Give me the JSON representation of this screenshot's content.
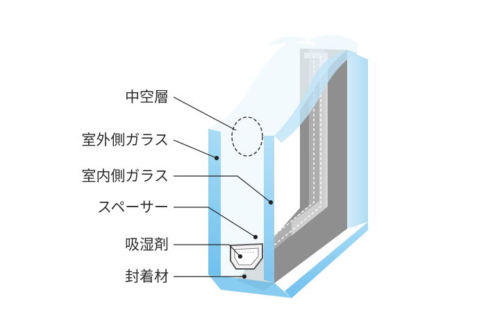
{
  "labels": [
    {
      "key": "hollow_layer",
      "text": "中空層"
    },
    {
      "key": "outer_glass",
      "text": "室外側ガラス"
    },
    {
      "key": "inner_glass",
      "text": "室内側ガラス"
    },
    {
      "key": "spacer",
      "text": "スペーサー"
    },
    {
      "key": "desiccant",
      "text": "吸湿剤"
    },
    {
      "key": "sealant",
      "text": "封着材"
    }
  ],
  "colors": {
    "glass_face": "#e6f3fb",
    "glass_edge": "#8ed0f3",
    "spacer": "#c8c8c8",
    "sealant": "#8a8a8a",
    "leader": "#222222"
  }
}
